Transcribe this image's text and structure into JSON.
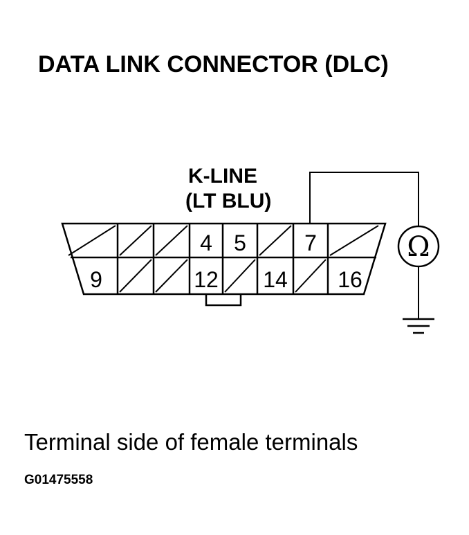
{
  "title": "DATA LINK CONNECTOR (DLC)",
  "wire_label": {
    "line1": "K-LINE",
    "line2": "(LT BLU)"
  },
  "connector": {
    "top_row": [
      {
        "label": "",
        "hatched": true
      },
      {
        "label": "",
        "hatched": true
      },
      {
        "label": "",
        "hatched": true
      },
      {
        "label": "4",
        "hatched": false
      },
      {
        "label": "5",
        "hatched": false
      },
      {
        "label": "",
        "hatched": true
      },
      {
        "label": "7",
        "hatched": false
      },
      {
        "label": "",
        "hatched": true
      }
    ],
    "bottom_row": [
      {
        "label": "9",
        "hatched": false
      },
      {
        "label": "",
        "hatched": true
      },
      {
        "label": "",
        "hatched": true
      },
      {
        "label": "12",
        "hatched": false
      },
      {
        "label": "",
        "hatched": true
      },
      {
        "label": "14",
        "hatched": false
      },
      {
        "label": "",
        "hatched": true
      },
      {
        "label": "16",
        "hatched": false
      }
    ]
  },
  "meter_symbol": "Ω",
  "meter_icon": "ohmmeter-icon",
  "ground_icon": "ground-icon",
  "caption": "Terminal side of female terminals",
  "figure_code": "G01475558"
}
